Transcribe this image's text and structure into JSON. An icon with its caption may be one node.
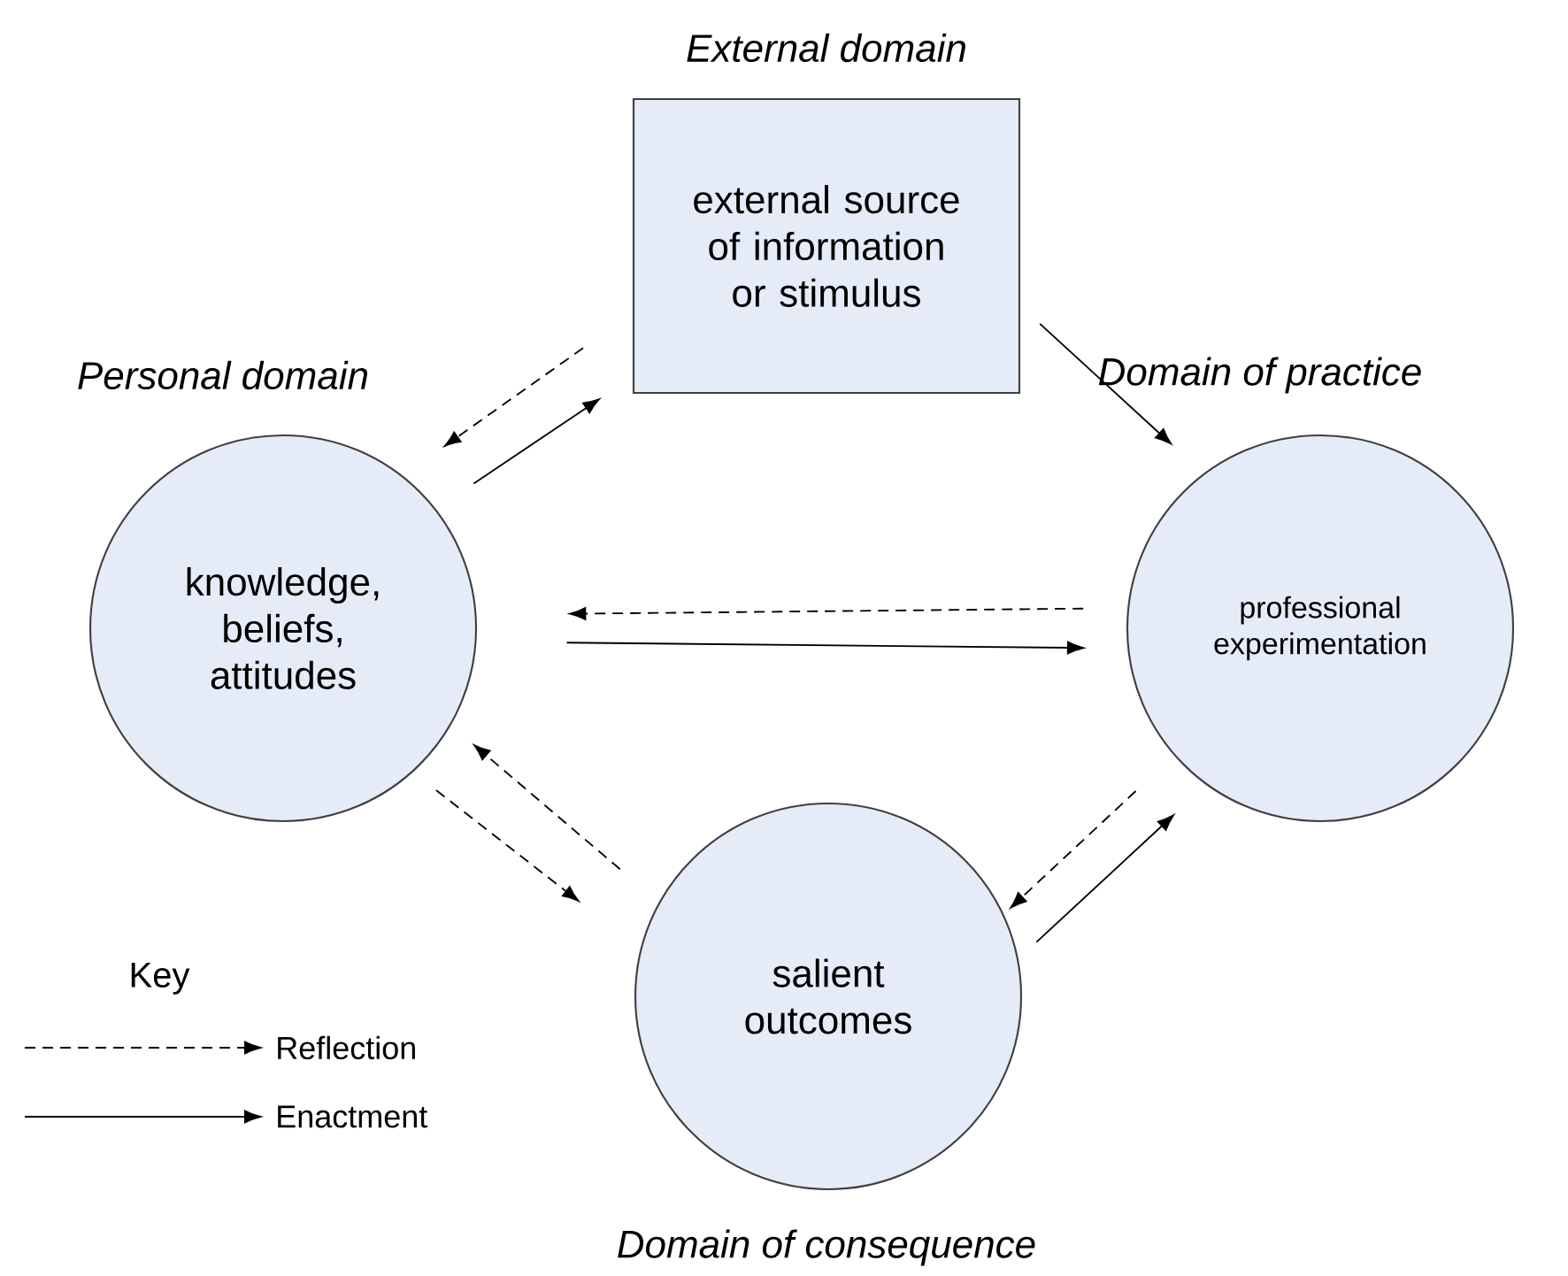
{
  "diagram": {
    "nodes": [
      {
        "text": [
          "external source of information or stimulus"
        ],
        "beside": [
          "External domain"
        ]
      },
      {
        "text": [
          "knowledge, beliefs, attitudes"
        ],
        "beside": [
          "Personal domain"
        ]
      },
      {
        "text": [
          "professional experimentation"
        ],
        "beside": [
          "Domain of practice"
        ]
      },
      {
        "text": [
          "salient outcomes"
        ],
        "beside": [
          "Domain of consequence"
        ]
      }
    ],
    "edges": [
      {
        "from": 0,
        "to": 1,
        "arrow": "to",
        "style": "dashed"
      },
      {
        "from": 1,
        "to": 0,
        "arrow": "to"
      },
      {
        "from": 0,
        "to": 2,
        "arrow": "to"
      },
      {
        "from": 2,
        "to": 1,
        "arrow": "to",
        "style": "dashed"
      },
      {
        "from": 1,
        "to": 2,
        "arrow": "to"
      },
      {
        "from": 3,
        "to": 1,
        "arrow": "to",
        "style": "dashed"
      },
      {
        "from": 1,
        "to": 3,
        "arrow": "to",
        "style": "dashed"
      },
      {
        "from": 2,
        "to": 3,
        "arrow": "to",
        "style": "dashed"
      },
      {
        "from": 3,
        "to": 2,
        "arrow": "to"
      }
    ],
    "labels": [
      "Key"
    ],
    "legend": [
      {
        "text": "Reflection"
      },
      {
        "text": "Enactment"
      }
    ]
  }
}
